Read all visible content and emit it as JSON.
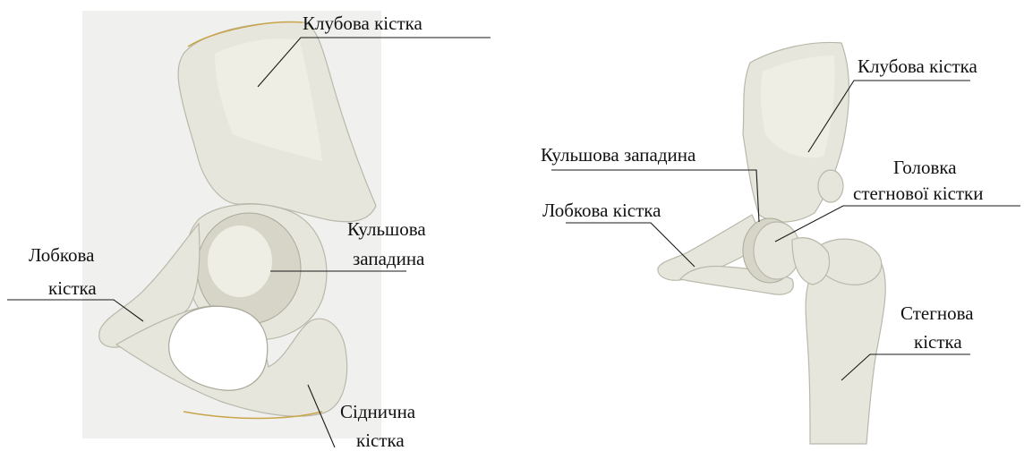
{
  "left_figure": {
    "labels": {
      "ilium": "Клубова кістка",
      "acetabulum_line1": "Кульшова",
      "acetabulum_line2": "западина",
      "pubis_line1": "Лобкова",
      "pubis_line2": "кістка",
      "ischium_line1": "Сіднична",
      "ischium_line2": "кістка"
    }
  },
  "right_figure": {
    "labels": {
      "ilium": "Клубова кістка",
      "acetabulum": "Кульшова западина",
      "femoral_head_line1": "Головка",
      "femoral_head_line2": "стегнової кістки",
      "pubis": "Лобкова кістка",
      "femur_line1": "Стегнова",
      "femur_line2": "кістка"
    }
  },
  "colors": {
    "bone": "#e7e6dc",
    "text": "#111111",
    "rim": "#c9a54a"
  }
}
